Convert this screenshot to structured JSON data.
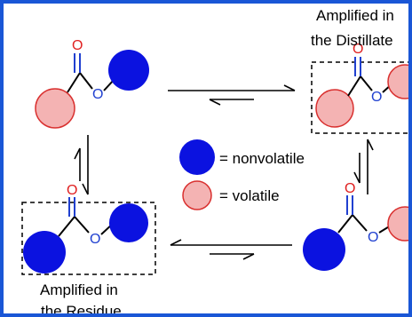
{
  "diagram": {
    "labels": {
      "distillate_line1": "Amplified in",
      "distillate_line2": "the Distillate",
      "residue_line1": "Amplified in",
      "residue_line2": "the Residue"
    },
    "legend": {
      "nonvolatile": "= nonvolatile",
      "volatile": "= volatile"
    },
    "atoms": {
      "oxygen": "O"
    },
    "colors": {
      "frame": "#1a56d6",
      "nonvolatile_fill": "#0b12e0",
      "volatile_fill": "#f4b3b3",
      "volatile_stroke": "#d9302f",
      "carbonyl_bond": "#2040d0",
      "ester_oxygen": "#2040d0",
      "carbonyl_oxygen": "#e02020"
    }
  }
}
